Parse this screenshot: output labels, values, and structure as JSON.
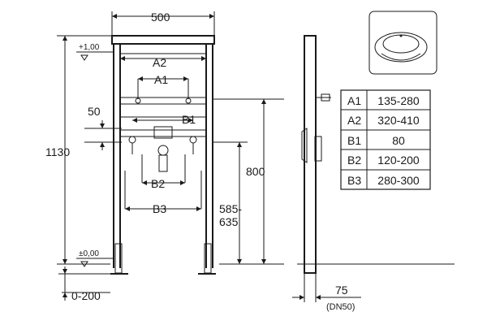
{
  "dimensions": {
    "top_width": "500",
    "height_total": "1130",
    "level_top": "+1,00",
    "level_zero": "±0,00",
    "offset_50": "50",
    "height_800": "800",
    "range_585": "585-",
    "range_635": "635",
    "adjust": "0-200",
    "depth": "75",
    "dn": "(DN50)"
  },
  "labels": {
    "a1": "A1",
    "a2": "A2",
    "b1": "B1",
    "b2": "B2",
    "b3": "B3"
  },
  "spec_table": {
    "rows": [
      {
        "key": "A1",
        "value": "135-280"
      },
      {
        "key": "A2",
        "value": "320-410"
      },
      {
        "key": "B1",
        "value": "80"
      },
      {
        "key": "B2",
        "value": "120-200"
      },
      {
        "key": "B3",
        "value": "280-300"
      }
    ]
  },
  "icons": {
    "basin": "washbasin-icon"
  }
}
